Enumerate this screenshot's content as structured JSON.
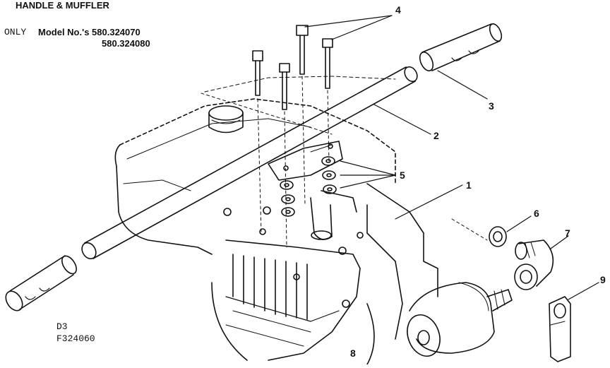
{
  "header": {
    "title": "HANDLE & MUFFLER",
    "only_prefix": "ONLY",
    "model_label": "Model No.'s 580.324070",
    "model_label_2": "580.324080"
  },
  "footer": {
    "code_1": "D3",
    "code_2": "F324060"
  },
  "callouts": {
    "c1": "1",
    "c2": "2",
    "c3": "3",
    "c4": "4",
    "c5": "5",
    "c6": "6",
    "c7": "7",
    "c8": "8",
    "c9": "9"
  },
  "colors": {
    "ink": "#111111",
    "paper": "#ffffff"
  }
}
